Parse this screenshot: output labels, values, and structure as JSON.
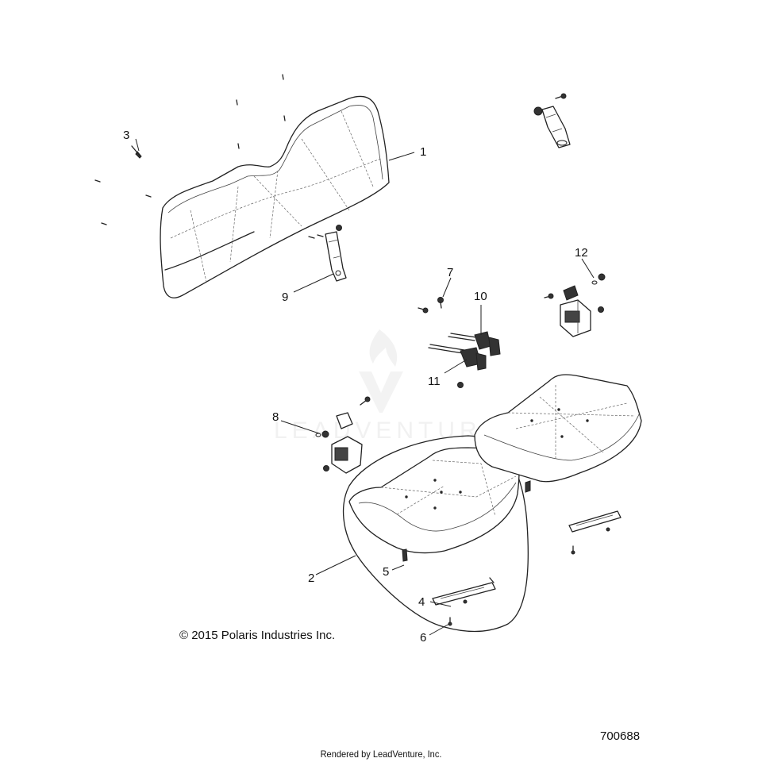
{
  "diagram": {
    "watermark": "LEADVENTURE",
    "copyright": "© 2015 Polaris Industries Inc.",
    "diagram_id": "700688",
    "rendered_by": "Rendered by LeadVenture, Inc.",
    "callouts": {
      "c1": "1",
      "c2": "2",
      "c3": "3",
      "c4": "4",
      "c5": "5",
      "c6": "6",
      "c7": "7",
      "c8": "8",
      "c9": "9",
      "c10": "10",
      "c11": "11",
      "c12": "12"
    }
  }
}
